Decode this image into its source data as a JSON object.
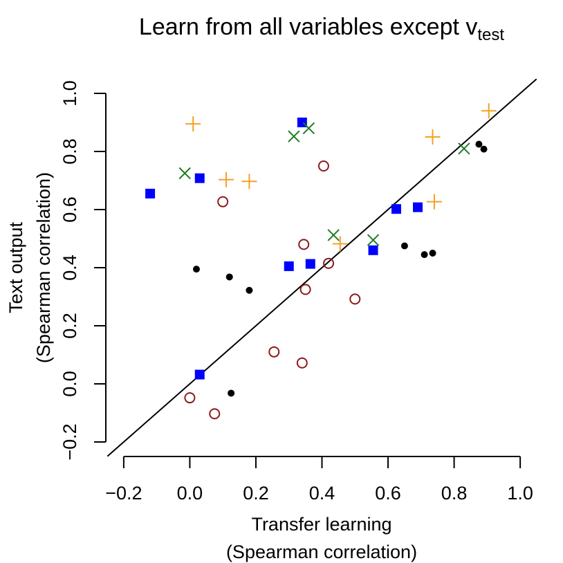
{
  "chart_data": {
    "type": "scatter",
    "title": "Learn from all variables except v",
    "title_subscript": "test",
    "xlabel_line1": "Transfer learning",
    "xlabel_line2": "(Spearman correlation)",
    "ylabel_line1": "Text output",
    "ylabel_line2": "(Spearman correlation)",
    "xlim": [
      -0.25,
      1.05
    ],
    "ylim": [
      -0.25,
      1.05
    ],
    "xticks": [
      -0.2,
      0.0,
      0.2,
      0.4,
      0.6,
      0.8,
      1.0
    ],
    "xtick_labels": [
      "−0.2",
      "0.0",
      "0.2",
      "0.4",
      "0.6",
      "0.8",
      "1.0"
    ],
    "yticks": [
      -0.2,
      0.0,
      0.2,
      0.4,
      0.6,
      0.8,
      1.0
    ],
    "ytick_labels": [
      "−0.2",
      "0.0",
      "0.2",
      "0.4",
      "0.6",
      "0.8",
      "1.0"
    ],
    "reference_line": "y = x",
    "grid": false,
    "series": [
      {
        "marker": "filled-circle",
        "color": "#000000",
        "points": [
          [
            0.02,
            0.395
          ],
          [
            0.12,
            0.368
          ],
          [
            0.18,
            0.322
          ],
          [
            0.125,
            -0.032
          ],
          [
            0.65,
            0.475
          ],
          [
            0.71,
            0.445
          ],
          [
            0.735,
            0.45
          ],
          [
            0.875,
            0.825
          ],
          [
            0.89,
            0.808
          ]
        ]
      },
      {
        "marker": "open-circle",
        "color": "#8B1A1A",
        "points": [
          [
            0.0,
            -0.048
          ],
          [
            0.075,
            -0.103
          ],
          [
            0.1,
            0.627
          ],
          [
            0.255,
            0.11
          ],
          [
            0.34,
            0.072
          ],
          [
            0.345,
            0.48
          ],
          [
            0.35,
            0.325
          ],
          [
            0.405,
            0.75
          ],
          [
            0.42,
            0.415
          ],
          [
            0.5,
            0.292
          ]
        ]
      },
      {
        "marker": "filled-square",
        "color": "#0000FF",
        "points": [
          [
            -0.12,
            0.655
          ],
          [
            0.03,
            0.708
          ],
          [
            0.03,
            0.032
          ],
          [
            0.3,
            0.405
          ],
          [
            0.34,
            0.9
          ],
          [
            0.365,
            0.413
          ],
          [
            0.555,
            0.46
          ],
          [
            0.625,
            0.602
          ],
          [
            0.69,
            0.608
          ]
        ]
      },
      {
        "marker": "x-cross",
        "color": "#1E7B1E",
        "points": [
          [
            -0.015,
            0.725
          ],
          [
            0.315,
            0.852
          ],
          [
            0.36,
            0.88
          ],
          [
            0.435,
            0.512
          ],
          [
            0.555,
            0.495
          ],
          [
            0.83,
            0.81
          ]
        ]
      },
      {
        "marker": "plus",
        "color": "#F4A024",
        "points": [
          [
            0.01,
            0.895
          ],
          [
            0.11,
            0.703
          ],
          [
            0.18,
            0.697
          ],
          [
            0.455,
            0.482
          ],
          [
            0.735,
            0.85
          ],
          [
            0.74,
            0.627
          ],
          [
            0.905,
            0.94
          ]
        ]
      }
    ]
  }
}
